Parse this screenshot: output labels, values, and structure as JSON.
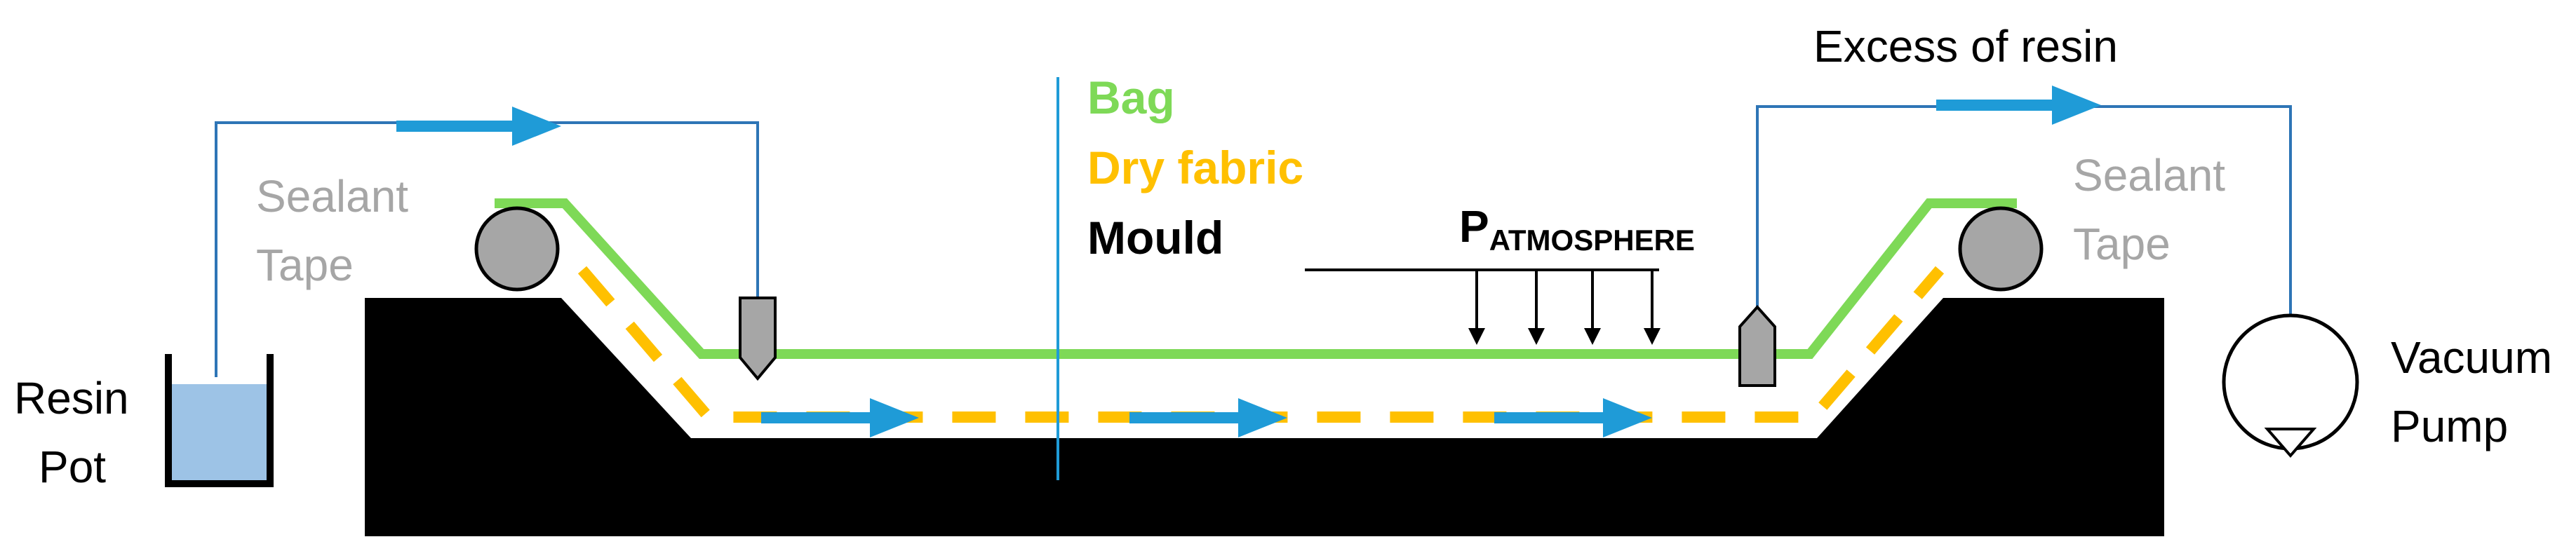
{
  "labels": {
    "resin_pot_line1": "Resin",
    "resin_pot_line2": "Pot",
    "sealant_left_line1": "Sealant",
    "sealant_left_line2": "Tape",
    "sealant_right_line1": "Sealant",
    "sealant_right_line2": "Tape",
    "excess_resin": "Excess of resin",
    "vacuum_pump_line1": "Vacuum",
    "vacuum_pump_line2": "Pump",
    "pressure_symbol": "P",
    "pressure_subscript": "ATMOSPHERE"
  },
  "legend": [
    {
      "label": "Bag",
      "color": "#7ed957"
    },
    {
      "label": "Dry fabric",
      "color": "#ffc000"
    },
    {
      "label": "Mould",
      "color": "#000000"
    }
  ],
  "colors": {
    "bag": "#7ed957",
    "fabric": "#ffc000",
    "mould": "#000000",
    "flow_arrow": "#1f9bd7",
    "tube": "#2e75b6",
    "resin": "#9dc3e6",
    "sealant_roll": "#a6a6a6",
    "label_gray": "#a6a6a6"
  }
}
